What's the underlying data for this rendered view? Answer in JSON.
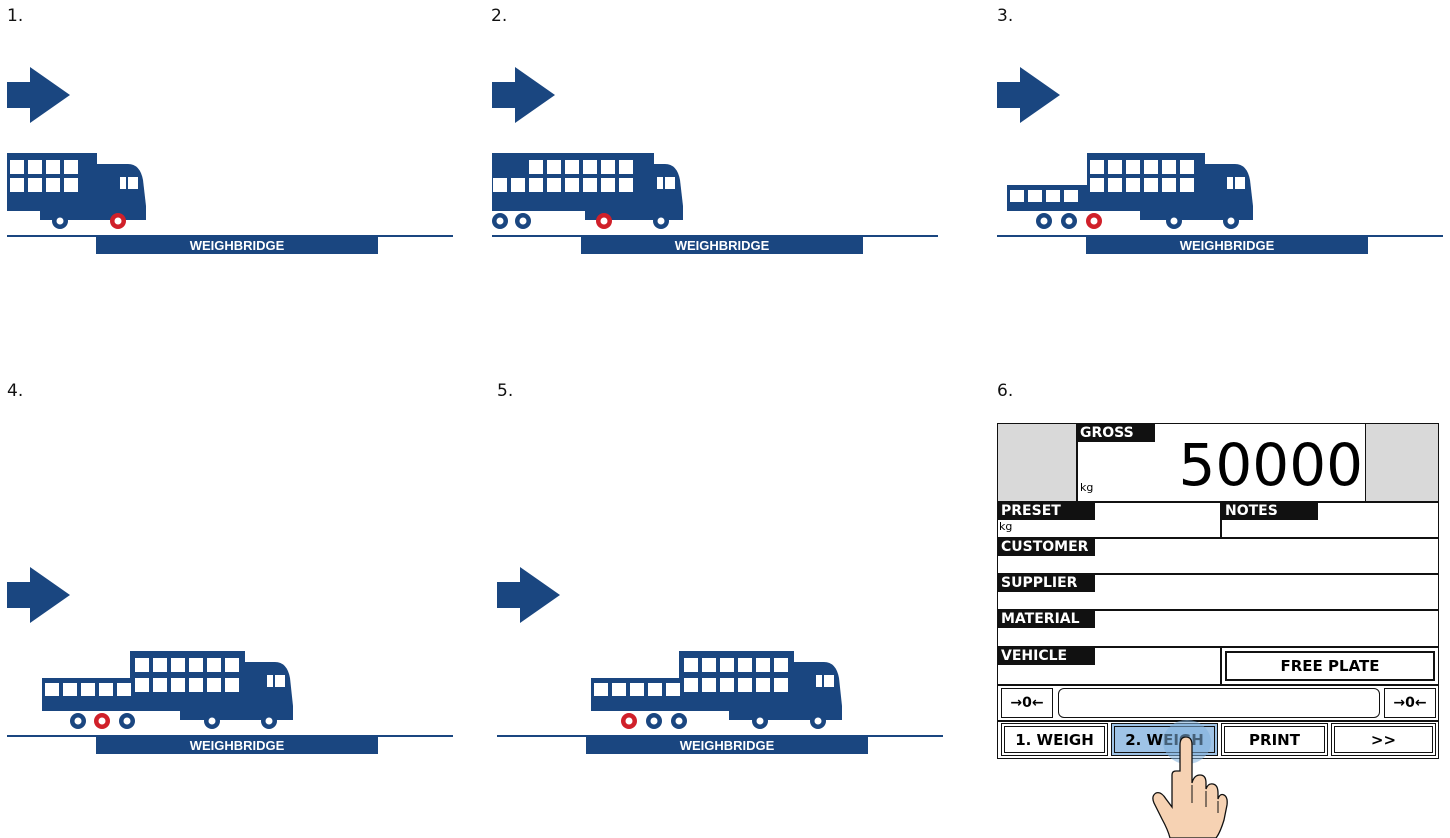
{
  "steps": [
    {
      "number": "1.",
      "label": "WEIGHBRIDGE"
    },
    {
      "number": "2.",
      "label": "WEIGHBRIDGE"
    },
    {
      "number": "3.",
      "label": "WEIGHBRIDGE"
    },
    {
      "number": "4.",
      "label": "WEIGHBRIDGE"
    },
    {
      "number": "5.",
      "label": "WEIGHBRIDGE"
    },
    {
      "number": "6."
    }
  ],
  "terminal": {
    "gross_label": "GROSS",
    "gross_value": "50000",
    "gross_unit": "kg",
    "preset_label": "PRESET",
    "preset_unit": "kg",
    "notes_label": "NOTES",
    "customer_label": "CUSTOMER",
    "supplier_label": "SUPPLIER",
    "material_label": "MATERIAL",
    "vehicle_label": "VEHICLE",
    "free_plate_button": "FREE PLATE",
    "zero_left": "→0←",
    "zero_right": "→0←",
    "buttons": [
      "1. WEIGH",
      "2. WEIGH",
      "PRINT",
      ">>"
    ]
  },
  "colors": {
    "truck_blue": "#1a4680",
    "wheel_red": "#d0202a",
    "highlight": "#9fc3e6"
  },
  "icons": [
    "arrow-right-icon",
    "truck-icon",
    "hand-pointer-icon"
  ]
}
